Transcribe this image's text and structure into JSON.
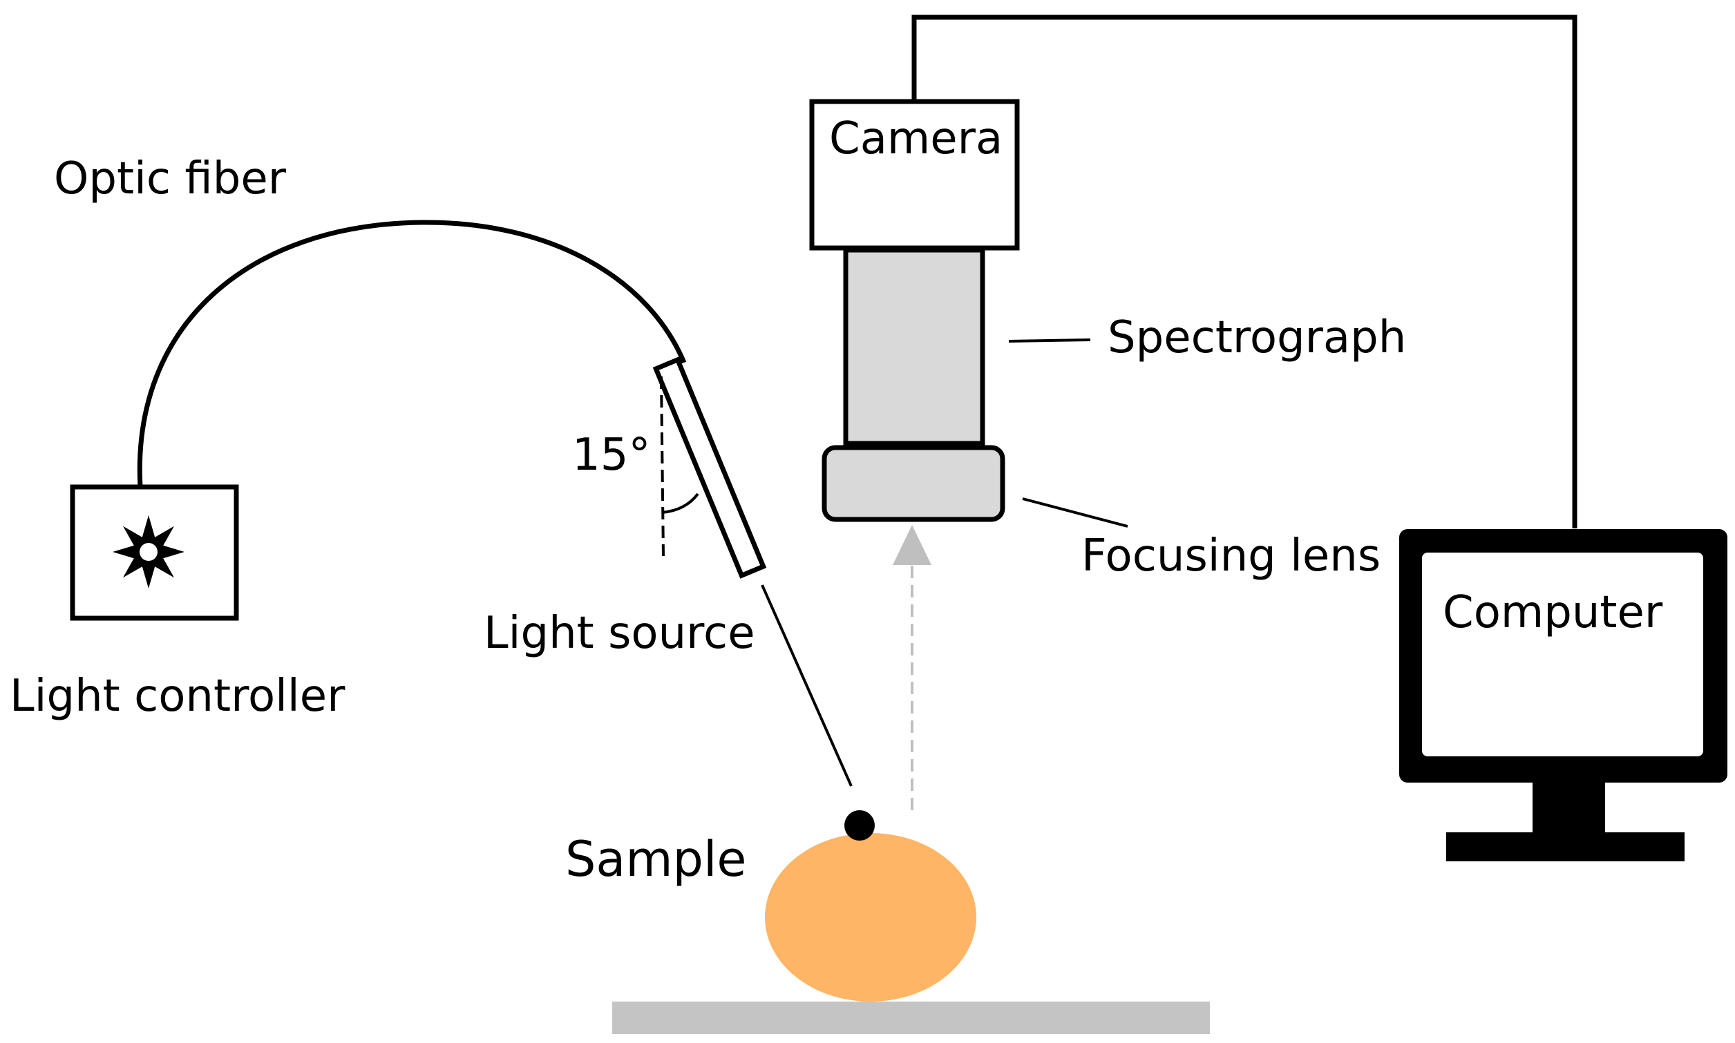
{
  "labels": {
    "optic_fiber": "Optic fiber",
    "light_controller": "Light controller",
    "light_source": "Light source",
    "angle": "15°",
    "camera": "Camera",
    "spectrograph": "Spectrograph",
    "focusing_lens": "Focusing lens",
    "computer": "Computer",
    "sample": "Sample"
  },
  "colors": {
    "line": "#000000",
    "spectrograph_fill": "#d9d9d9",
    "sample_fill": "#ffb566",
    "stage_fill": "#c4c4c4",
    "arrow": "#bfbfbf"
  },
  "icons": {
    "light_controller": "sun-icon",
    "camera": "box",
    "computer": "monitor-icon"
  }
}
